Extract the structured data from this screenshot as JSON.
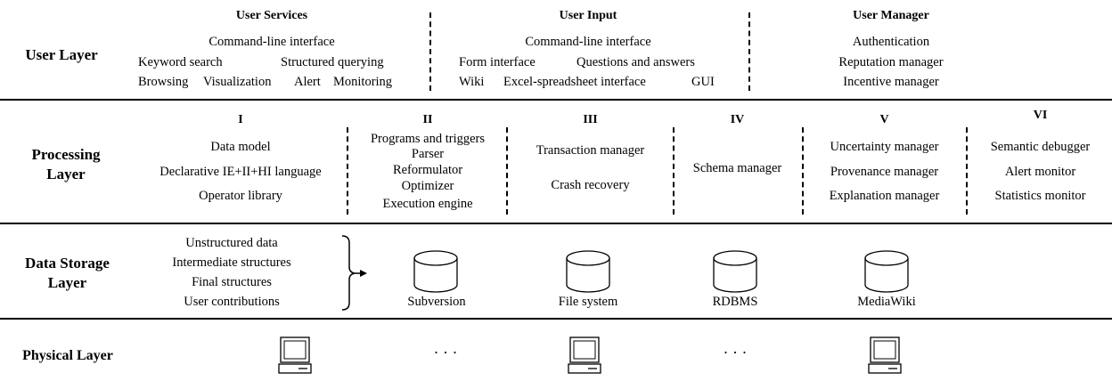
{
  "user_layer": {
    "label": "User Layer",
    "services": {
      "heading": "User Services",
      "cli": "Command-line interface",
      "keyword": "Keyword search",
      "structured": "Structured querying",
      "browsing": "Browsing",
      "visualization": "Visualization",
      "alert": "Alert",
      "monitoring": "Monitoring"
    },
    "input": {
      "heading": "User Input",
      "cli": "Command-line interface",
      "form": "Form interface",
      "qa": "Questions and answers",
      "wiki": "Wiki",
      "excel": "Excel-spreadsheet interface",
      "gui": "GUI"
    },
    "manager": {
      "heading": "User Manager",
      "authentication": "Authentication",
      "reputation": "Reputation manager",
      "incentive": "Incentive manager"
    }
  },
  "processing_layer": {
    "label_line1": "Processing",
    "label_line2": "Layer",
    "col1": {
      "heading": "I",
      "items": [
        "Data model",
        "Declarative IE+II+HI language",
        "Operator library"
      ]
    },
    "col2": {
      "heading": "II",
      "items": [
        "Programs and triggers",
        "Parser",
        "Reformulator",
        "Optimizer",
        "Execution engine"
      ]
    },
    "col3": {
      "heading": "III",
      "items": [
        "Transaction manager",
        "Crash recovery"
      ]
    },
    "col4": {
      "heading": "IV",
      "items": [
        "Schema manager"
      ]
    },
    "col5": {
      "heading": "V",
      "items": [
        "Uncertainty manager",
        "Provenance manager",
        "Explanation manager"
      ]
    },
    "col6": {
      "heading": "VI",
      "items": [
        "Semantic debugger",
        "Alert monitor",
        "Statistics monitor"
      ]
    }
  },
  "storage_layer": {
    "label_line1": "Data Storage",
    "label_line2": "Layer",
    "data_items": [
      "Unstructured data",
      "Intermediate structures",
      "Final structures",
      "User contributions"
    ],
    "stores": [
      "Subversion",
      "File system",
      "RDBMS",
      "MediaWiki"
    ]
  },
  "physical_layer": {
    "label": "Physical Layer",
    "ellipsis": "· · ·"
  }
}
